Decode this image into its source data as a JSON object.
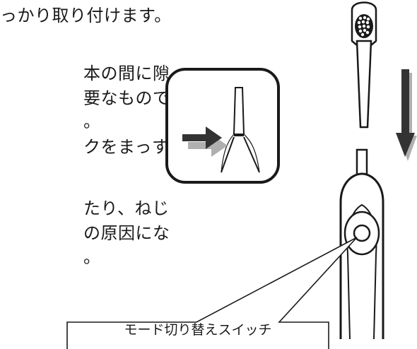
{
  "text_lines": [
    "っかり取り付けます。",
    "本の間に隙",
    "要なもので",
    "。",
    "クをまっす",
    "たり、ねじ",
    "の原因にな",
    "。"
  ],
  "callout": {
    "label": "モード切り替えスイッチ"
  },
  "colors": {
    "ink": "#1a1a1a",
    "arrow_fill": "#333333",
    "arrow_shadow": "#b0b0b0",
    "background": "#ffffff"
  },
  "icons": {
    "inset_panel": "brush-head-insert-detail-icon",
    "inset_arrow": "arrow-right-icon",
    "insert_arrow": "arrow-down-icon"
  }
}
